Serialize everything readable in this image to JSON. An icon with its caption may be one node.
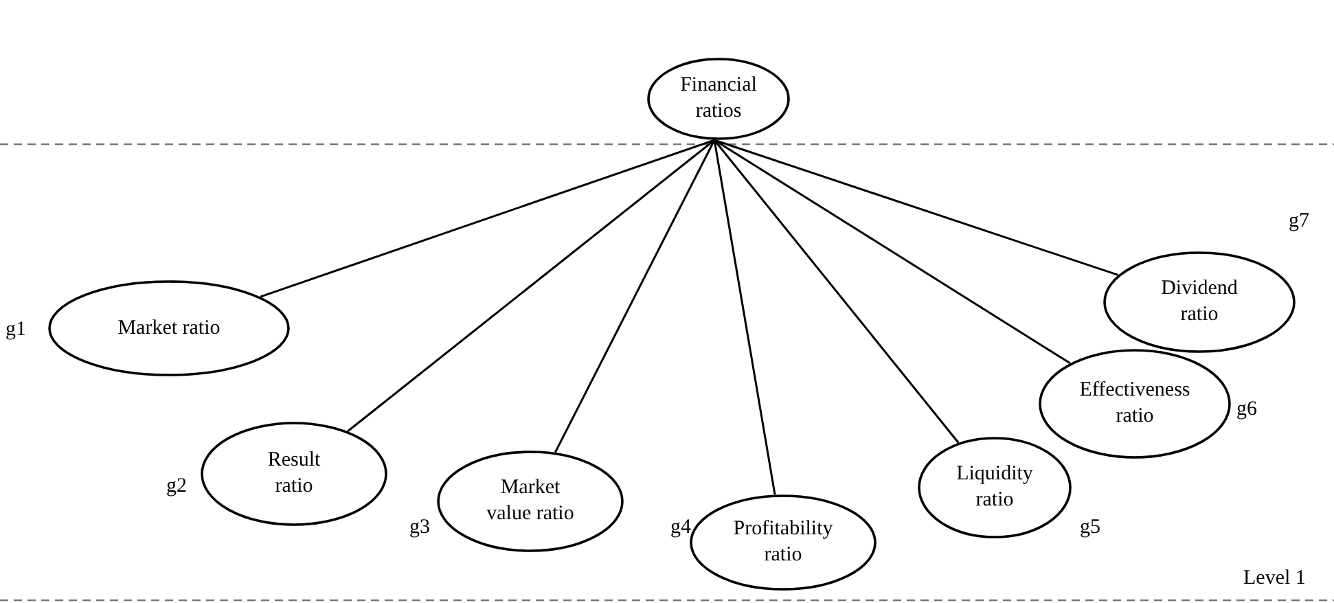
{
  "diagram": {
    "nodes": [
      {
        "text": [
          "Financial ratios"
        ]
      },
      {
        "text": [
          "Market ratio"
        ],
        "beside": [
          "g1"
        ]
      },
      {
        "text": [
          "Result ratio"
        ],
        "beside": [
          "g2"
        ]
      },
      {
        "text": [
          "Market value ratio"
        ],
        "beside": [
          "g3"
        ]
      },
      {
        "text": [
          "Profitability ratio"
        ],
        "beside": [
          "g4"
        ]
      },
      {
        "text": [
          "Liquidity ratio"
        ],
        "beside": [
          "g5"
        ]
      },
      {
        "text": [
          "Effectiveness ratio"
        ],
        "beside": [
          "g6"
        ]
      },
      {
        "text": [
          "Dividend ratio"
        ],
        "beside": [
          "g7"
        ]
      }
    ],
    "edges": [
      {
        "from": 0,
        "to": 1,
        "arrow": "none"
      },
      {
        "from": 0,
        "to": 2,
        "arrow": "none"
      },
      {
        "from": 0,
        "to": 3,
        "arrow": "none"
      },
      {
        "from": 0,
        "to": 4,
        "arrow": "none"
      },
      {
        "from": 0,
        "to": 5,
        "arrow": "none"
      },
      {
        "from": 0,
        "to": 6,
        "arrow": "none"
      },
      {
        "from": 0,
        "to": 7,
        "arrow": "none"
      }
    ],
    "labels": [
      "Level 1"
    ]
  }
}
